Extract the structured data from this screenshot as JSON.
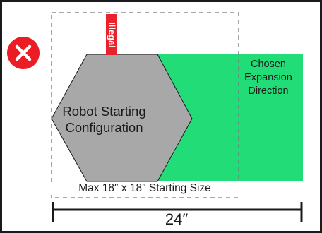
{
  "robot_label": "Robot Starting Configuration",
  "illegal_label": "Illegal",
  "direction_label": "Chosen Expansion Direction",
  "size_limit_label": "Max 18″ x 18″ Starting Size",
  "width_label": "24″",
  "status_icon": "x-circle-icon",
  "colors": {
    "robot": "#a8a8a8",
    "expansion": "#22dd77",
    "illegal": "#e8232c",
    "status": "#ec1c24",
    "text": "#1a1a1a"
  }
}
